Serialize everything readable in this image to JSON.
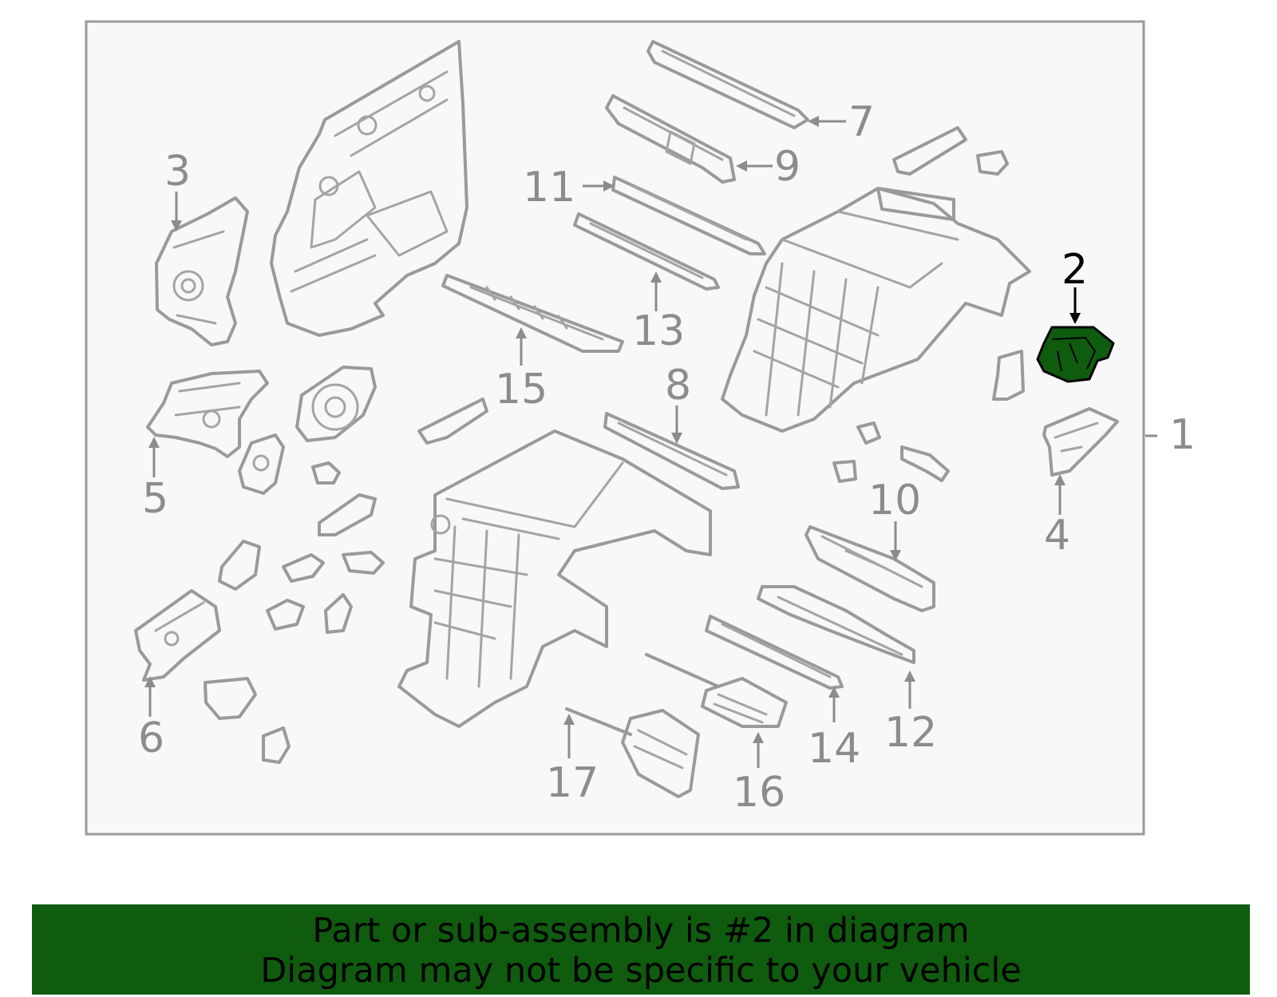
{
  "diagram": {
    "callouts": [
      "1",
      "2",
      "3",
      "4",
      "5",
      "6",
      "7",
      "8",
      "9",
      "10",
      "11",
      "12",
      "13",
      "14",
      "15",
      "16",
      "17"
    ],
    "highlighted_callout": "2",
    "highlight_color": "#0f5c0f",
    "line_color": "#9a9a9a",
    "frame_background": "#f8f8f8"
  },
  "caption": {
    "line1": "Part or sub-assembly is #2 in diagram",
    "line2": "Diagram may not be specific to your vehicle",
    "background": "#0f5c0f"
  }
}
